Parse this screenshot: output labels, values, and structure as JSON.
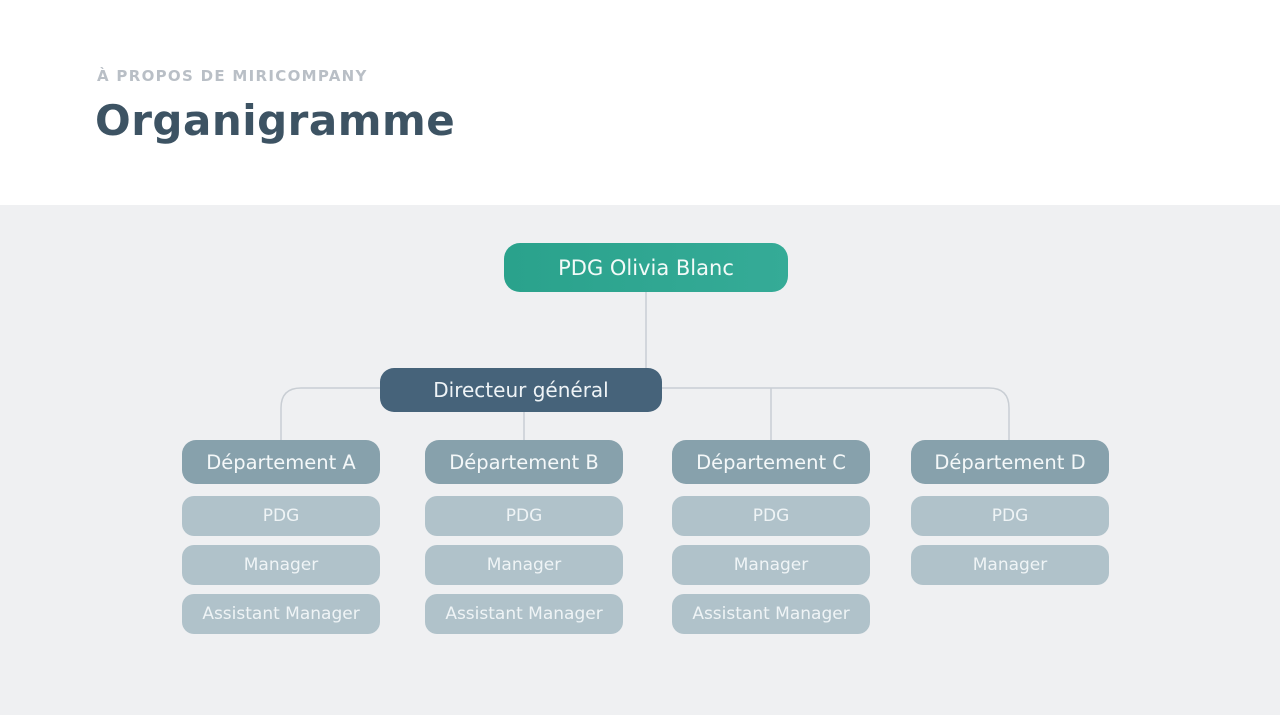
{
  "header": {
    "eyebrow": "À PROPOS DE MIRICOMPANY",
    "title": "Organigramme"
  },
  "org_chart": {
    "root": {
      "label": "PDG Olivia Blanc"
    },
    "director": {
      "label": "Directeur général"
    },
    "departments": [
      {
        "label": "Département A",
        "roles": [
          "PDG",
          "Manager",
          "Assistant Manager"
        ]
      },
      {
        "label": "Département B",
        "roles": [
          "PDG",
          "Manager",
          "Assistant Manager"
        ]
      },
      {
        "label": "Département C",
        "roles": [
          "PDG",
          "Manager",
          "Assistant Manager"
        ]
      },
      {
        "label": "Département D",
        "roles": [
          "PDG",
          "Manager"
        ]
      }
    ]
  },
  "colors": {
    "root_node": "#2fa692",
    "director_node": "#46637a",
    "department_node": "#87a1ac",
    "role_node": "#b0c2ca",
    "connector": "#c9ced4",
    "title": "#3d5363",
    "eyebrow": "#b9bfc6",
    "body_bg": "#eff0f2",
    "header_bg": "#ffffff"
  }
}
